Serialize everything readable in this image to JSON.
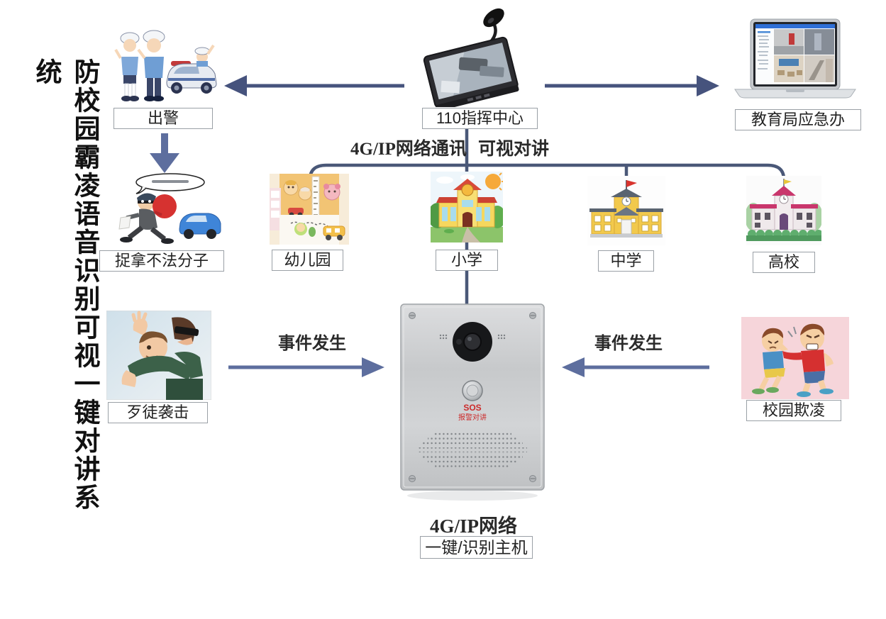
{
  "system_title": "防校园霸凌语音识别可视一键对讲系统",
  "top": {
    "command_center": "110指挥中心",
    "police_dispatch": "出警",
    "edu_bureau": "教育局应急办"
  },
  "network": {
    "comm_label": "4G/IP网络通讯",
    "intercom_label": "可视对讲"
  },
  "schools": [
    {
      "label": "幼儿园"
    },
    {
      "label": "小学"
    },
    {
      "label": "中学"
    },
    {
      "label": "高校"
    }
  ],
  "incidents": {
    "catch_criminals": "捉拿不法分子",
    "thug_attack": "歹徒袭击",
    "campus_bullying": "校园欺凌",
    "event_left": "事件发生",
    "event_right": "事件发生"
  },
  "host": {
    "network_label": "4G/IP网络",
    "label": "一键/识别主机",
    "sos_text": "SOS",
    "sos_subtext": "报警对讲"
  },
  "colors": {
    "line": "#4a5878",
    "arrow": "#5d6e9e",
    "sos_red": "#cc2a2a",
    "label_border": "#9aa0a6"
  }
}
